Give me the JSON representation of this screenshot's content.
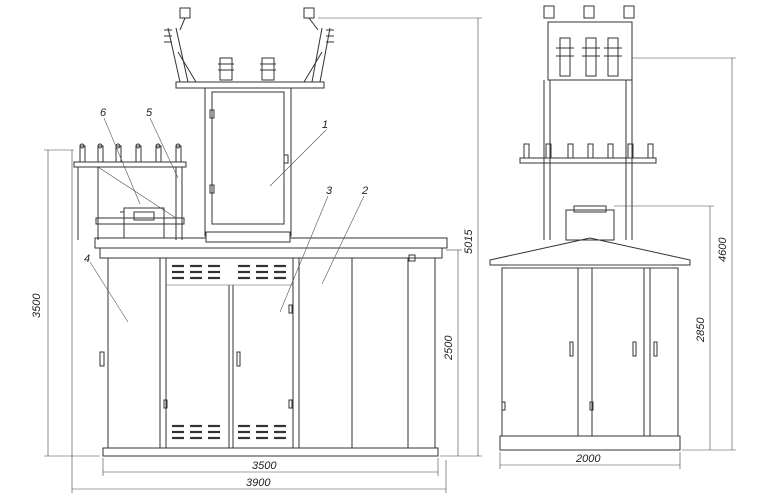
{
  "callouts": {
    "c1": "1",
    "c2": "2",
    "c3": "3",
    "c4": "4",
    "c5": "5",
    "c6": "6"
  },
  "dimensions": {
    "d3900": "3900",
    "d3500": "3500",
    "d3500v": "3500",
    "d5015": "5015",
    "d2500": "2500",
    "d2000": "2000",
    "d2850": "2850",
    "d4600": "4600"
  },
  "colors": {
    "line": "#333333",
    "background": "#ffffff"
  }
}
